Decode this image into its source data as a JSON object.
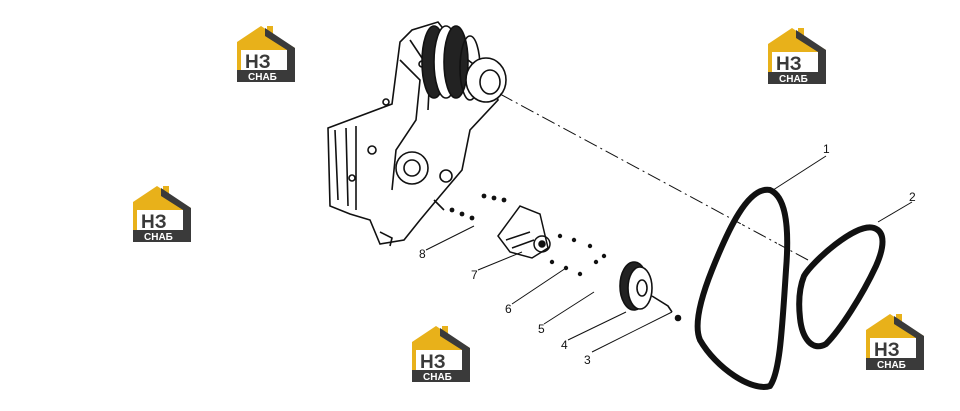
{
  "brand": {
    "logo_mark": "НЗ",
    "logo_sub": "СНАБ",
    "accent_color": "#e8b11a",
    "dark_color": "#3a3a3a"
  },
  "callouts": [
    "1",
    "2",
    "3",
    "4",
    "5",
    "6",
    "7",
    "8"
  ]
}
